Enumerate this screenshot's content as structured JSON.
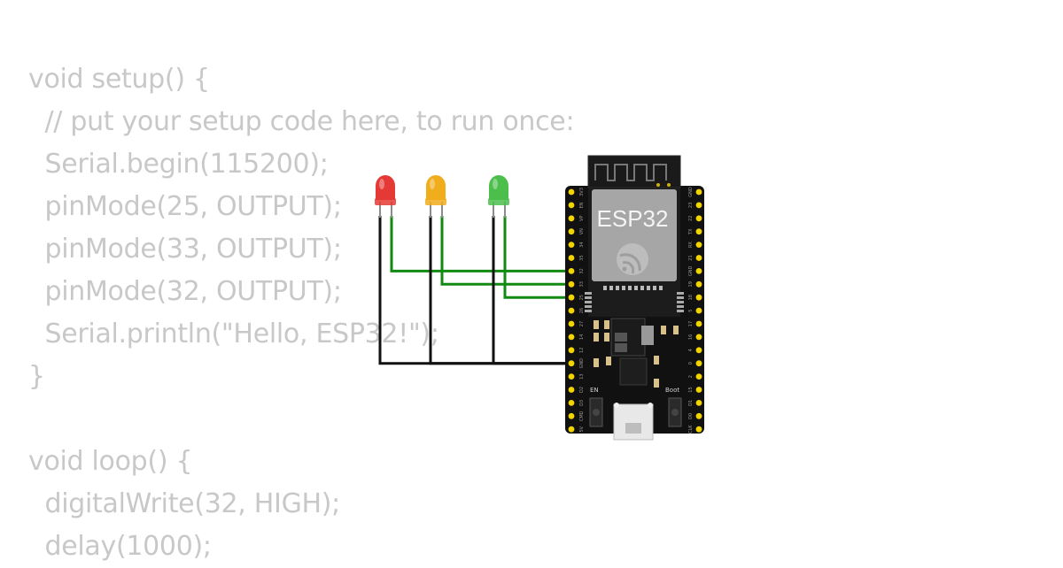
{
  "code_lines": [
    "void setup() {",
    "  // put your setup code here, to run once:",
    "  Serial.begin(115200);",
    "  pinMode(25, OUTPUT);",
    "  pinMode(33, OUTPUT);",
    "  pinMode(32, OUTPUT);",
    "  Serial.println(\"Hello, ESP32!\");",
    "}",
    "",
    "void loop() {",
    "  digitalWrite(32, HIGH);",
    "  delay(1000);"
  ],
  "board": {
    "name": "ESP32",
    "left_pins": [
      "3V3",
      "EN",
      "VP",
      "VN",
      "34",
      "35",
      "32",
      "33",
      "25",
      "26",
      "27",
      "14",
      "12",
      "GND",
      "13",
      "D2",
      "D3",
      "CMD",
      "5V"
    ],
    "right_pins": [
      "GND",
      "23",
      "22",
      "TX",
      "RX",
      "21",
      "GND",
      "19",
      "18",
      "5",
      "17",
      "16",
      "4",
      "0",
      "2",
      "15",
      "D1",
      "D0",
      "CLK"
    ],
    "en_label": "EN",
    "boot_label": "Boot"
  },
  "leds": [
    {
      "color_name": "red",
      "color": "#e53935",
      "pin": "32"
    },
    {
      "color_name": "yellow",
      "color": "#f0ad1c",
      "pin": "33"
    },
    {
      "color_name": "green",
      "color": "#4cbe4c",
      "pin": "25"
    }
  ],
  "wire_colors": {
    "signal": "#108a10",
    "ground": "#111111"
  }
}
